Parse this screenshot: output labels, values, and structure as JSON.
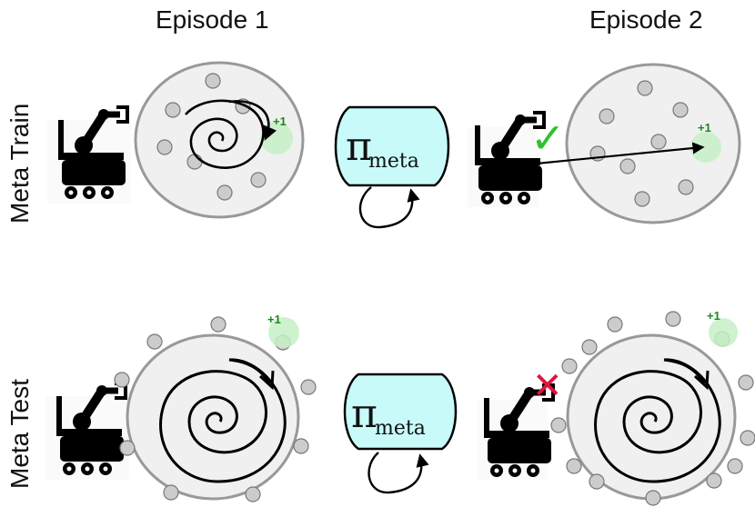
{
  "column_headers": {
    "episode1": "Episode 1",
    "episode2": "Episode 2"
  },
  "row_labels": {
    "meta_train": "Meta Train",
    "meta_test": "Meta Test"
  },
  "reward_label": "+1",
  "policy": {
    "symbol": "π",
    "subscript": "meta"
  },
  "markers": {
    "success": "✓",
    "failure": "✕"
  },
  "colors": {
    "arena_fill": "#f0f0f0",
    "arena_stroke": "#999999",
    "dot_fill": "#cccccc",
    "goal_glow": "#c6f0c6",
    "reward_text": "#1a8a1a",
    "policy_fill": "#c8fafa",
    "check": "#2ec22e",
    "cross": "#e0143c",
    "robot": "#000000"
  }
}
